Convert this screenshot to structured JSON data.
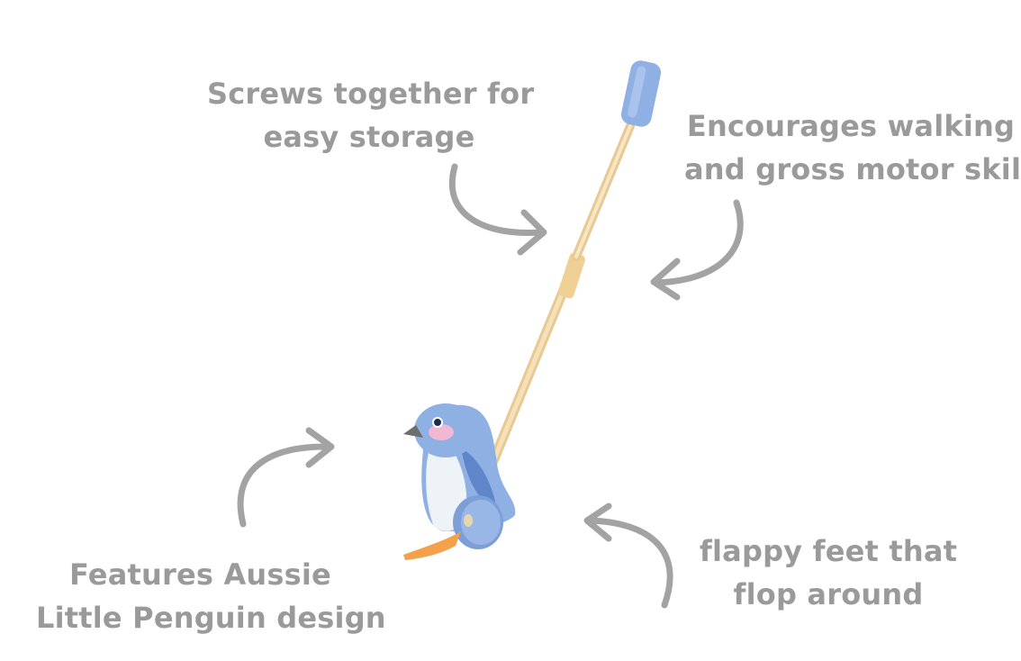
{
  "callouts": {
    "storage": {
      "line1": "Screws together for",
      "line2": "easy storage"
    },
    "walking": {
      "line1": "Encourages walking",
      "line2": "and gross motor skills"
    },
    "design": {
      "line1": "Features Aussie",
      "line2": "Little Penguin design"
    },
    "feet": {
      "line1": "flappy feet that",
      "line2": "flop around"
    }
  },
  "colors": {
    "text": "#9a9a9a",
    "arrow": "#a3a3a3",
    "penguin_blue": "#8fb0e3",
    "penguin_dark_blue": "#5f86c9",
    "wood": "#f2d9a8",
    "foot": "#f5a04a",
    "cheek": "#f1b8d4"
  },
  "icons": [
    "curved-arrow-icon",
    "penguin-push-toy-image"
  ]
}
